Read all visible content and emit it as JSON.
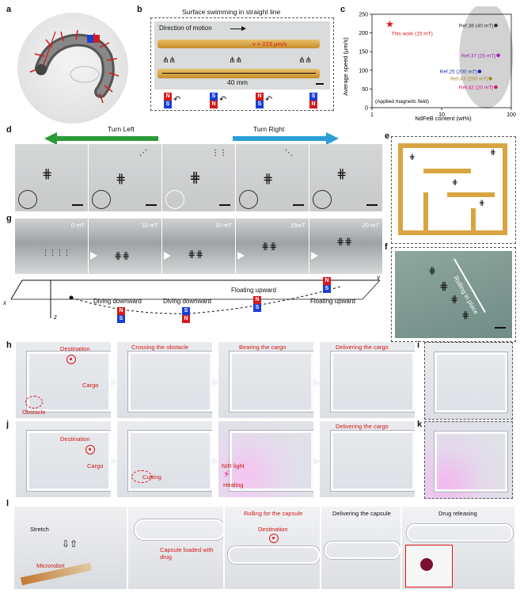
{
  "panels": {
    "a": "a",
    "b": "b",
    "c": "c",
    "d": "d",
    "e": "e",
    "f": "f",
    "g": "g",
    "h": "h",
    "i": "i",
    "j": "j",
    "k": "k",
    "l": "l"
  },
  "b": {
    "title": "Surface swimming in straight line",
    "direction": "Direction of motion",
    "speed": "v = 223 μm/s",
    "length": "40 mm",
    "magnets": [
      {
        "top": "N",
        "bottom": "S"
      },
      {
        "top": "S",
        "bottom": "N"
      },
      {
        "top": "N",
        "bottom": "S"
      },
      {
        "top": "S",
        "bottom": "N"
      }
    ]
  },
  "c": {
    "chart_data": {
      "type": "scatter",
      "xlabel": "NdFeB content (wt%)",
      "ylabel": "Average speed (μm/s)",
      "xscale": "log",
      "xlim": [
        1,
        100
      ],
      "ylim": [
        0,
        250
      ],
      "xticks": [
        "1",
        "10",
        "100"
      ],
      "yticks": [
        "0",
        "50",
        "100",
        "150",
        "200",
        "250"
      ],
      "annotation": "(Applied magnetic field)",
      "points": [
        {
          "label": "This work (15 mT)",
          "x": 1.8,
          "y": 224,
          "color": "#e01515",
          "marker": "star"
        },
        {
          "label": "Ref.38 (40 mT)",
          "x": 60,
          "y": 220,
          "color": "#333333",
          "marker": "circle"
        },
        {
          "label": "Ref.37 (20 mT)",
          "x": 65,
          "y": 140,
          "color": "#9c1fb0",
          "marker": "circle"
        },
        {
          "label": "Ref.25 (200 mT)",
          "x": 35,
          "y": 97,
          "color": "#1a2fa8",
          "marker": "circle"
        },
        {
          "label": "Ref.43 (200 mT)",
          "x": 50,
          "y": 78,
          "color": "#a38a2a",
          "marker": "circle"
        },
        {
          "label": "Ref.42 (20 mT)",
          "x": 60,
          "y": 55,
          "color": "#d8147a",
          "marker": "circle"
        }
      ]
    }
  },
  "d": {
    "turn_left": "Turn Left",
    "turn_right": "Turn Right"
  },
  "f": {
    "rolling": "Rolling in place"
  },
  "g": {
    "fields": [
      "0 mT",
      "10 mT",
      "10 mT",
      "15mT",
      "20 mT"
    ],
    "axis_x": "x",
    "axis_y": "y",
    "axis_z": "z",
    "stages": [
      "Diving downward",
      "Diving downward",
      "Floating upward",
      "Floating upward"
    ]
  },
  "h": {
    "destination": "Destination",
    "cargo": "Cargo",
    "obstacle": "Obstacle",
    "crossing": "Crossing the obstacle",
    "bearing": "Bearing the cargo",
    "delivering": "Delivering the cargo"
  },
  "j": {
    "destination": "Destination",
    "cargo": "Cargo",
    "cutting": "Cutting",
    "nir": "NIR light",
    "healing": "Healing",
    "delivering": "Delivering the cargo"
  },
  "l": {
    "stretch": "Stretch",
    "microrobot": "Microrobot",
    "capsule": "Capsule loaded with drug",
    "rolling": "Rolling for the capsule",
    "destination": "Destination",
    "delivering": "Delivering the capsule",
    "releasing": "Drug releasing"
  }
}
